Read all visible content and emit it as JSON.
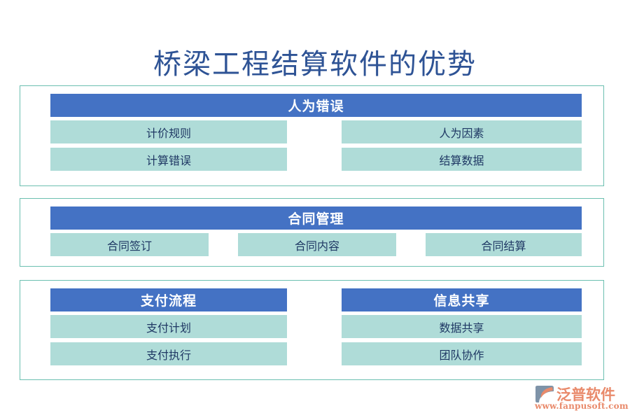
{
  "page": {
    "title": "桥梁工程结算软件的优势",
    "background_color": "#FFFFFF",
    "title_color": "#2E5395",
    "header_bar_color": "#4472C4",
    "item_box_color": "#AFDCD8",
    "item_text_color": "#1F3864",
    "container_border_color": "#6CBFB0"
  },
  "sections": [
    {
      "header": "人为错误",
      "items": [
        "计价规则",
        "人为因素",
        "计算错误",
        "结算数据"
      ]
    },
    {
      "header": "合同管理",
      "items": [
        "合同签订",
        "合同内容",
        "合同结算"
      ]
    }
  ],
  "section3": {
    "panels": [
      {
        "header": "支付流程",
        "items": [
          "支付计划",
          "支付执行"
        ]
      },
      {
        "header": "信息共享",
        "items": [
          "数据共享",
          "团队协作"
        ]
      }
    ]
  },
  "logo": {
    "brand": "泛普软件",
    "url": "www.fanpusoft.com",
    "mark_color": "#7E93A8",
    "accent_color": "#E98A6B"
  }
}
